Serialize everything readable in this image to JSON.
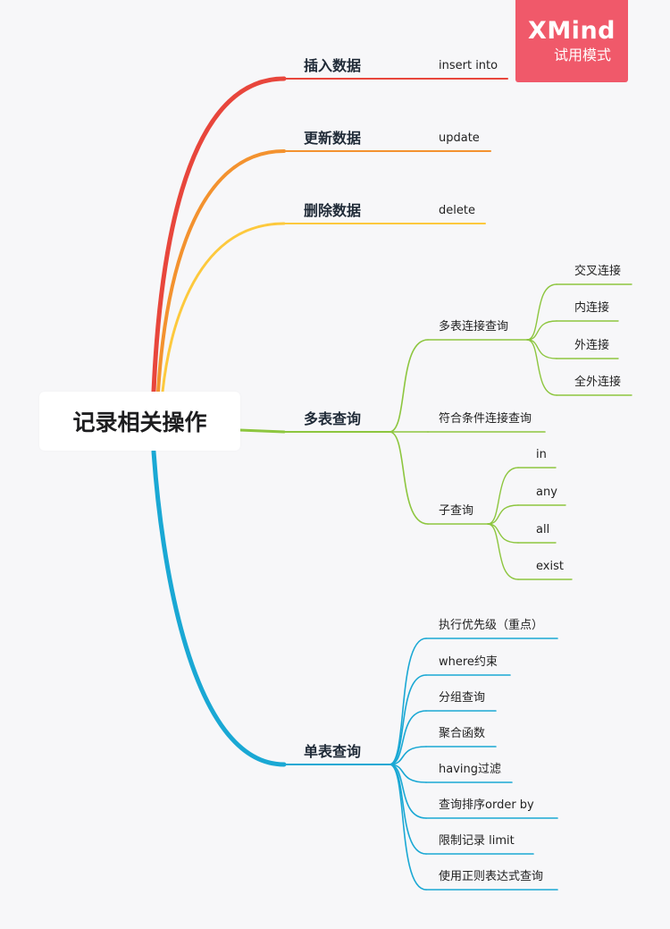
{
  "root": {
    "label": "记录相关操作"
  },
  "watermark": {
    "title": "XMind",
    "subtitle": "试用模式"
  },
  "colors": {
    "insert": "#e8463c",
    "update": "#f3922f",
    "delete": "#fdc93d",
    "multi": "#8dc63f",
    "single": "#1aa8d4"
  },
  "branches": [
    {
      "key": "insert",
      "label": "插入数据",
      "children": [
        {
          "label": "insert into"
        }
      ]
    },
    {
      "key": "update",
      "label": "更新数据",
      "children": [
        {
          "label": "update"
        }
      ]
    },
    {
      "key": "delete",
      "label": "删除数据",
      "children": [
        {
          "label": "delete"
        }
      ]
    },
    {
      "key": "multi",
      "label": "多表查询",
      "children": [
        {
          "label": "多表连接查询",
          "children": [
            {
              "label": "交叉连接"
            },
            {
              "label": "内连接"
            },
            {
              "label": "外连接"
            },
            {
              "label": "全外连接"
            }
          ]
        },
        {
          "label": "符合条件连接查询"
        },
        {
          "label": "子查询",
          "children": [
            {
              "label": "in"
            },
            {
              "label": "any"
            },
            {
              "label": "all"
            },
            {
              "label": "exist"
            }
          ]
        }
      ]
    },
    {
      "key": "single",
      "label": "单表查询",
      "children": [
        {
          "label": "执行优先级（重点）"
        },
        {
          "label": "where约束"
        },
        {
          "label": "分组查询"
        },
        {
          "label": "聚合函数"
        },
        {
          "label": "having过滤"
        },
        {
          "label": "查询排序order by"
        },
        {
          "label": "限制记录 limit"
        },
        {
          "label": "使用正则表达式查询"
        }
      ]
    }
  ]
}
